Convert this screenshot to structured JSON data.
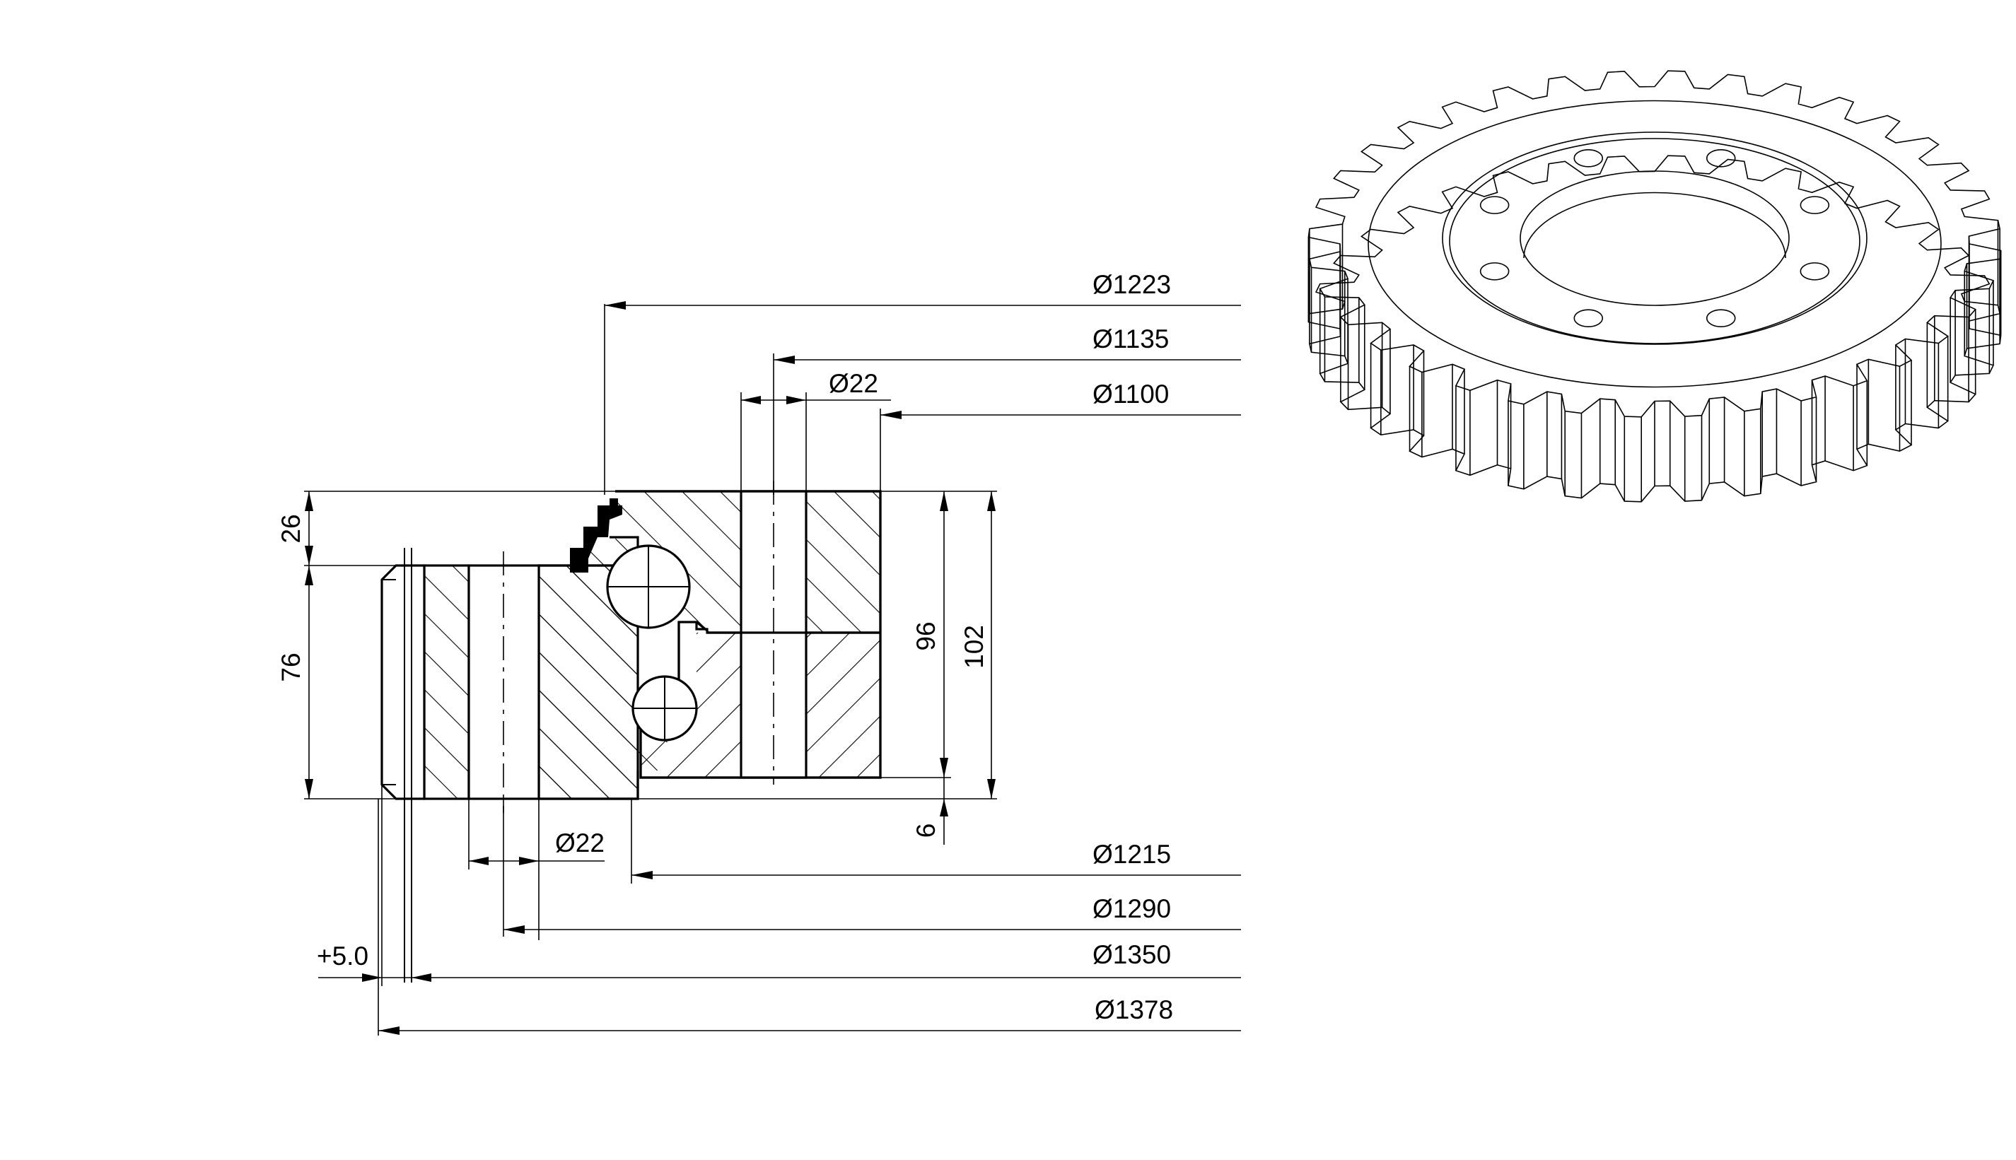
{
  "drawing": {
    "line_color": "#000000",
    "background": "#ffffff",
    "dimensions": {
      "d1223": "Ø1223",
      "d1135": "Ø1135",
      "d1100": "Ø1100",
      "d22_top": "Ø22",
      "h26": "26",
      "h76": "76",
      "h96": "96",
      "h102": "102",
      "h6": "6",
      "d22_bottom": "Ø22",
      "d1215": "Ø1215",
      "d1290": "Ø1290",
      "tol": "+5.0",
      "d1350": "Ø1350",
      "d1378": "Ø1378"
    },
    "illustration": {
      "icon": "external-gear-slewing-ring",
      "tooth_count": 36,
      "bolt_holes": 8
    }
  }
}
